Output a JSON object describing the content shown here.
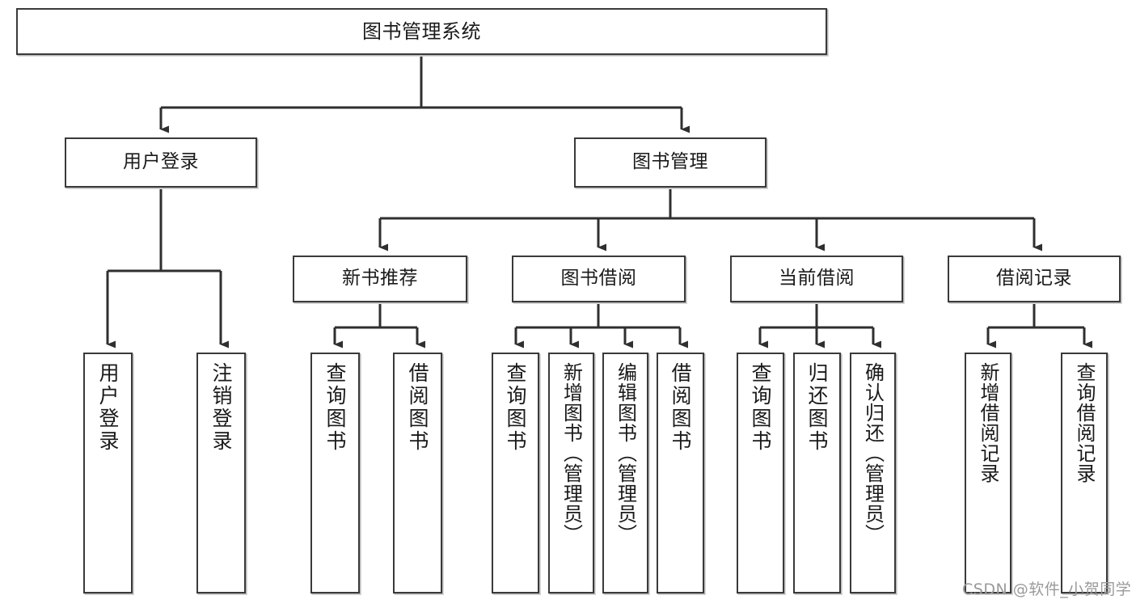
{
  "diagram": {
    "title": "图书管理系统",
    "type": "tree-hierarchy-chart",
    "colors": {
      "box_border": "#3a3a3a",
      "box_fill": "#ffffff",
      "edge": "#2f2f2f",
      "shadow": "#b9b9b9",
      "watermark": "#9a9a9a",
      "background": "#ffffff"
    },
    "watermark": "CSDN @软件_小贺同学",
    "nodes": {
      "root": {
        "label": "图书管理系统"
      },
      "level1": [
        {
          "id": "user-login",
          "label": "用户登录"
        },
        {
          "id": "book-management",
          "label": "图书管理"
        }
      ],
      "level2": [
        {
          "id": "new-book-recommend",
          "label": "新书推荐"
        },
        {
          "id": "book-borrow",
          "label": "图书借阅"
        },
        {
          "id": "current-borrow",
          "label": "当前借阅"
        },
        {
          "id": "borrow-record",
          "label": "借阅记录"
        }
      ],
      "leaves": {
        "user-login": [
          {
            "id": "leaf-user-login",
            "label": "用户登录"
          },
          {
            "id": "leaf-logout-login",
            "label": "注销登录"
          }
        ],
        "new-book-recommend": [
          {
            "id": "leaf-query-book-1",
            "label": "查询图书"
          },
          {
            "id": "leaf-borrow-book-1",
            "label": "借阅图书"
          }
        ],
        "book-borrow": [
          {
            "id": "leaf-query-book-2",
            "label": "查询图书"
          },
          {
            "id": "leaf-add-book-admin",
            "label": "新增图书（管理员）"
          },
          {
            "id": "leaf-edit-book-admin",
            "label": "编辑图书（管理员）"
          },
          {
            "id": "leaf-borrow-book-2",
            "label": "借阅图书"
          }
        ],
        "current-borrow": [
          {
            "id": "leaf-query-book-3",
            "label": "查询图书"
          },
          {
            "id": "leaf-return-book",
            "label": "归还图书"
          },
          {
            "id": "leaf-confirm-return-admin",
            "label": "确认归还（管理员）"
          }
        ],
        "borrow-record": [
          {
            "id": "leaf-add-borrow-record",
            "label": "新增借阅记录"
          },
          {
            "id": "leaf-query-borrow-record",
            "label": "查询借阅记录"
          }
        ]
      }
    }
  }
}
